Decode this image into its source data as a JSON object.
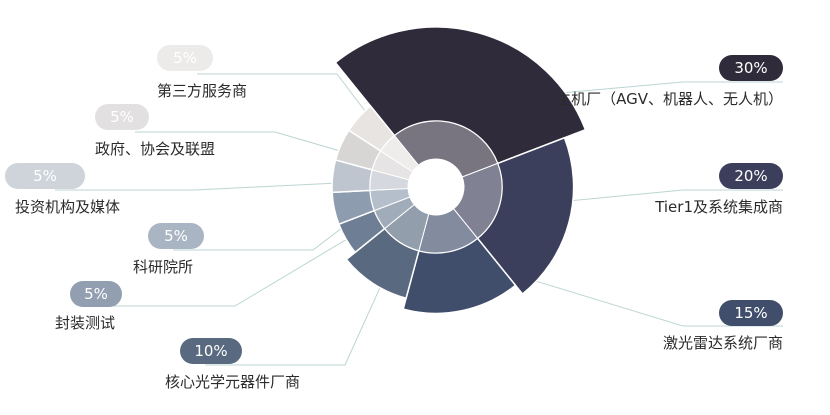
{
  "chart_data": {
    "type": "pie",
    "variant": "rose",
    "categories": [
      "主机厂（AGV、机器人、无人机）",
      "Tier1及系统集成商",
      "激光雷达系统厂商",
      "核心光学元器件厂商",
      "封装测试",
      "科研院所",
      "投资机构及媒体",
      "政府、协会及联盟",
      "第三方服务商"
    ],
    "values": [
      30,
      20,
      15,
      10,
      5,
      5,
      5,
      5,
      5
    ],
    "value_labels": [
      "30%",
      "20%",
      "15%",
      "10%",
      "5%",
      "5%",
      "5%",
      "5%",
      "5%"
    ],
    "colors": [
      "#2f2b3b",
      "#3c3f5b",
      "#404e6b",
      "#59697f",
      "#6e7f95",
      "#8d9caf",
      "#bfc5ce",
      "#d8d6d5",
      "#e7e4e2"
    ],
    "label_side": [
      "right",
      "right",
      "right",
      "left",
      "left",
      "left",
      "left",
      "left",
      "left"
    ],
    "legend": "none",
    "grid": false
  }
}
